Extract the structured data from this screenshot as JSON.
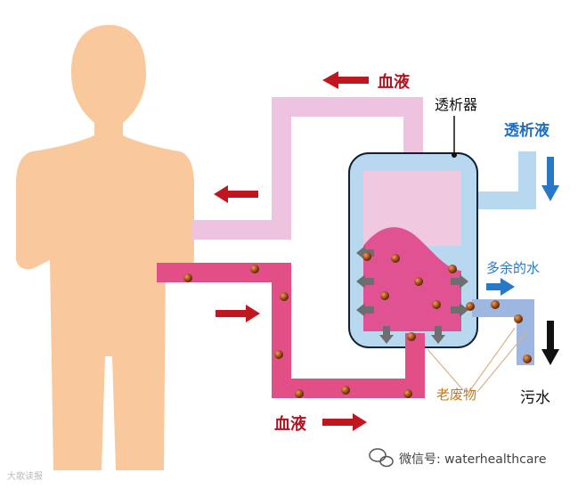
{
  "labels": {
    "blood_top": "血液",
    "blood_bottom": "血液",
    "dialyzer": "透析器",
    "dialysate": "透析液",
    "excess_water": "多余的水",
    "waste": "老废物",
    "sewage": "污水"
  },
  "watermark": {
    "text": "微信号: waterhealthcare",
    "icon": "wechat-icon",
    "corner_logo": "大歌读报"
  },
  "colors": {
    "body": "#f9c89c",
    "blood_out_tube": "#eec3e0",
    "blood_in_tube": "#e14f86",
    "blood_chamber": "#e05291",
    "dialyzer_upper": "#f0c8e0",
    "dialyzer_shell": "#b8d8f0",
    "dialysate_tube": "#b8d8f0",
    "waste_particle": "#a9541a",
    "blood_arrow": "#c0161f",
    "blue_arrow": "#2878c8",
    "gray_arrow": "#6e6e6e"
  }
}
